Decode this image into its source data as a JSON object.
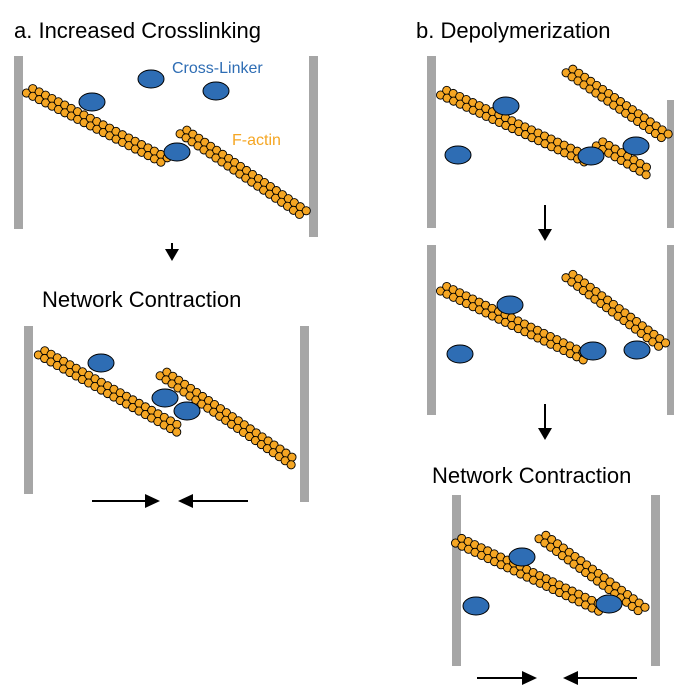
{
  "panel_a": {
    "title": "a.  Increased Crosslinking",
    "crosslinker_label": "Cross-Linker",
    "factin_label": "F-actin",
    "result_label": "Network Contraction"
  },
  "panel_b": {
    "title": "b.  Depolymerization",
    "result_label": "Network Contraction"
  },
  "colors": {
    "actin_bead": "#F5A623",
    "crosslinker": "#2E6DB4",
    "wall": "#A6A6A6",
    "crosslinker_label": "#2E6DB4",
    "factin_label": "#F5A623",
    "arrow": "#000000"
  }
}
